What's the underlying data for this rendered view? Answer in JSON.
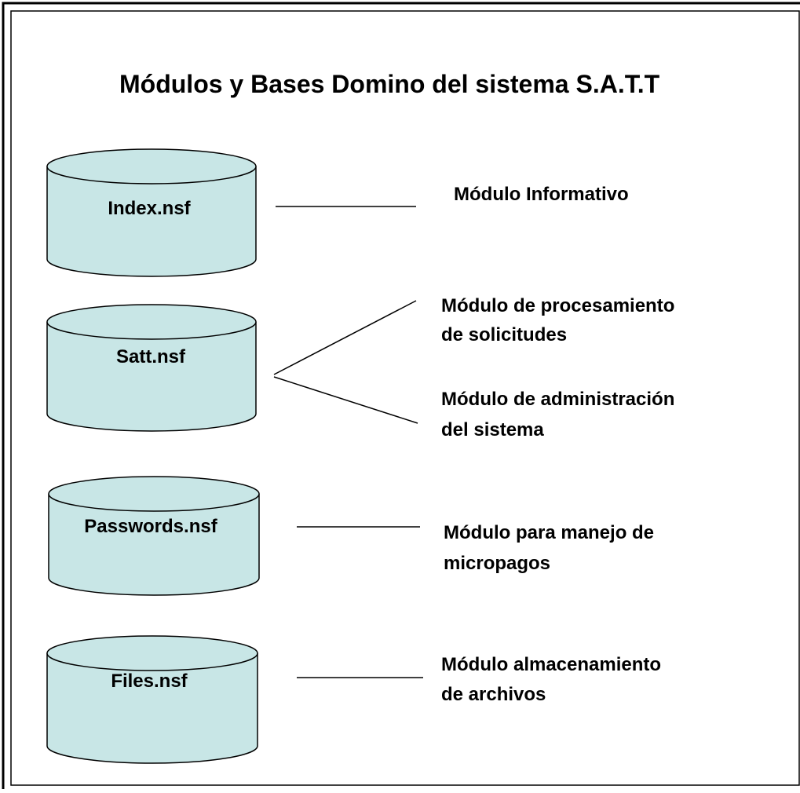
{
  "title": "Módulos y Bases Domino del sistema S.A.T.T",
  "colors": {
    "cylinder_fill": "#c8e6e6",
    "stroke": "#000000",
    "background": "#ffffff"
  },
  "databases": [
    {
      "label": "Index.nsf"
    },
    {
      "label": "Satt.nsf"
    },
    {
      "label": "Passwords.nsf"
    },
    {
      "label": "Files.nsf"
    }
  ],
  "modules": [
    {
      "lines": [
        "Módulo Informativo"
      ]
    },
    {
      "lines": [
        "Módulo de procesamiento",
        "de solicitudes"
      ]
    },
    {
      "lines": [
        "Módulo de administración",
        "del sistema"
      ]
    },
    {
      "lines": [
        "Módulo para manejo de",
        "micropagos"
      ]
    },
    {
      "lines": [
        "Módulo almacenamiento",
        "de archivos"
      ]
    }
  ]
}
